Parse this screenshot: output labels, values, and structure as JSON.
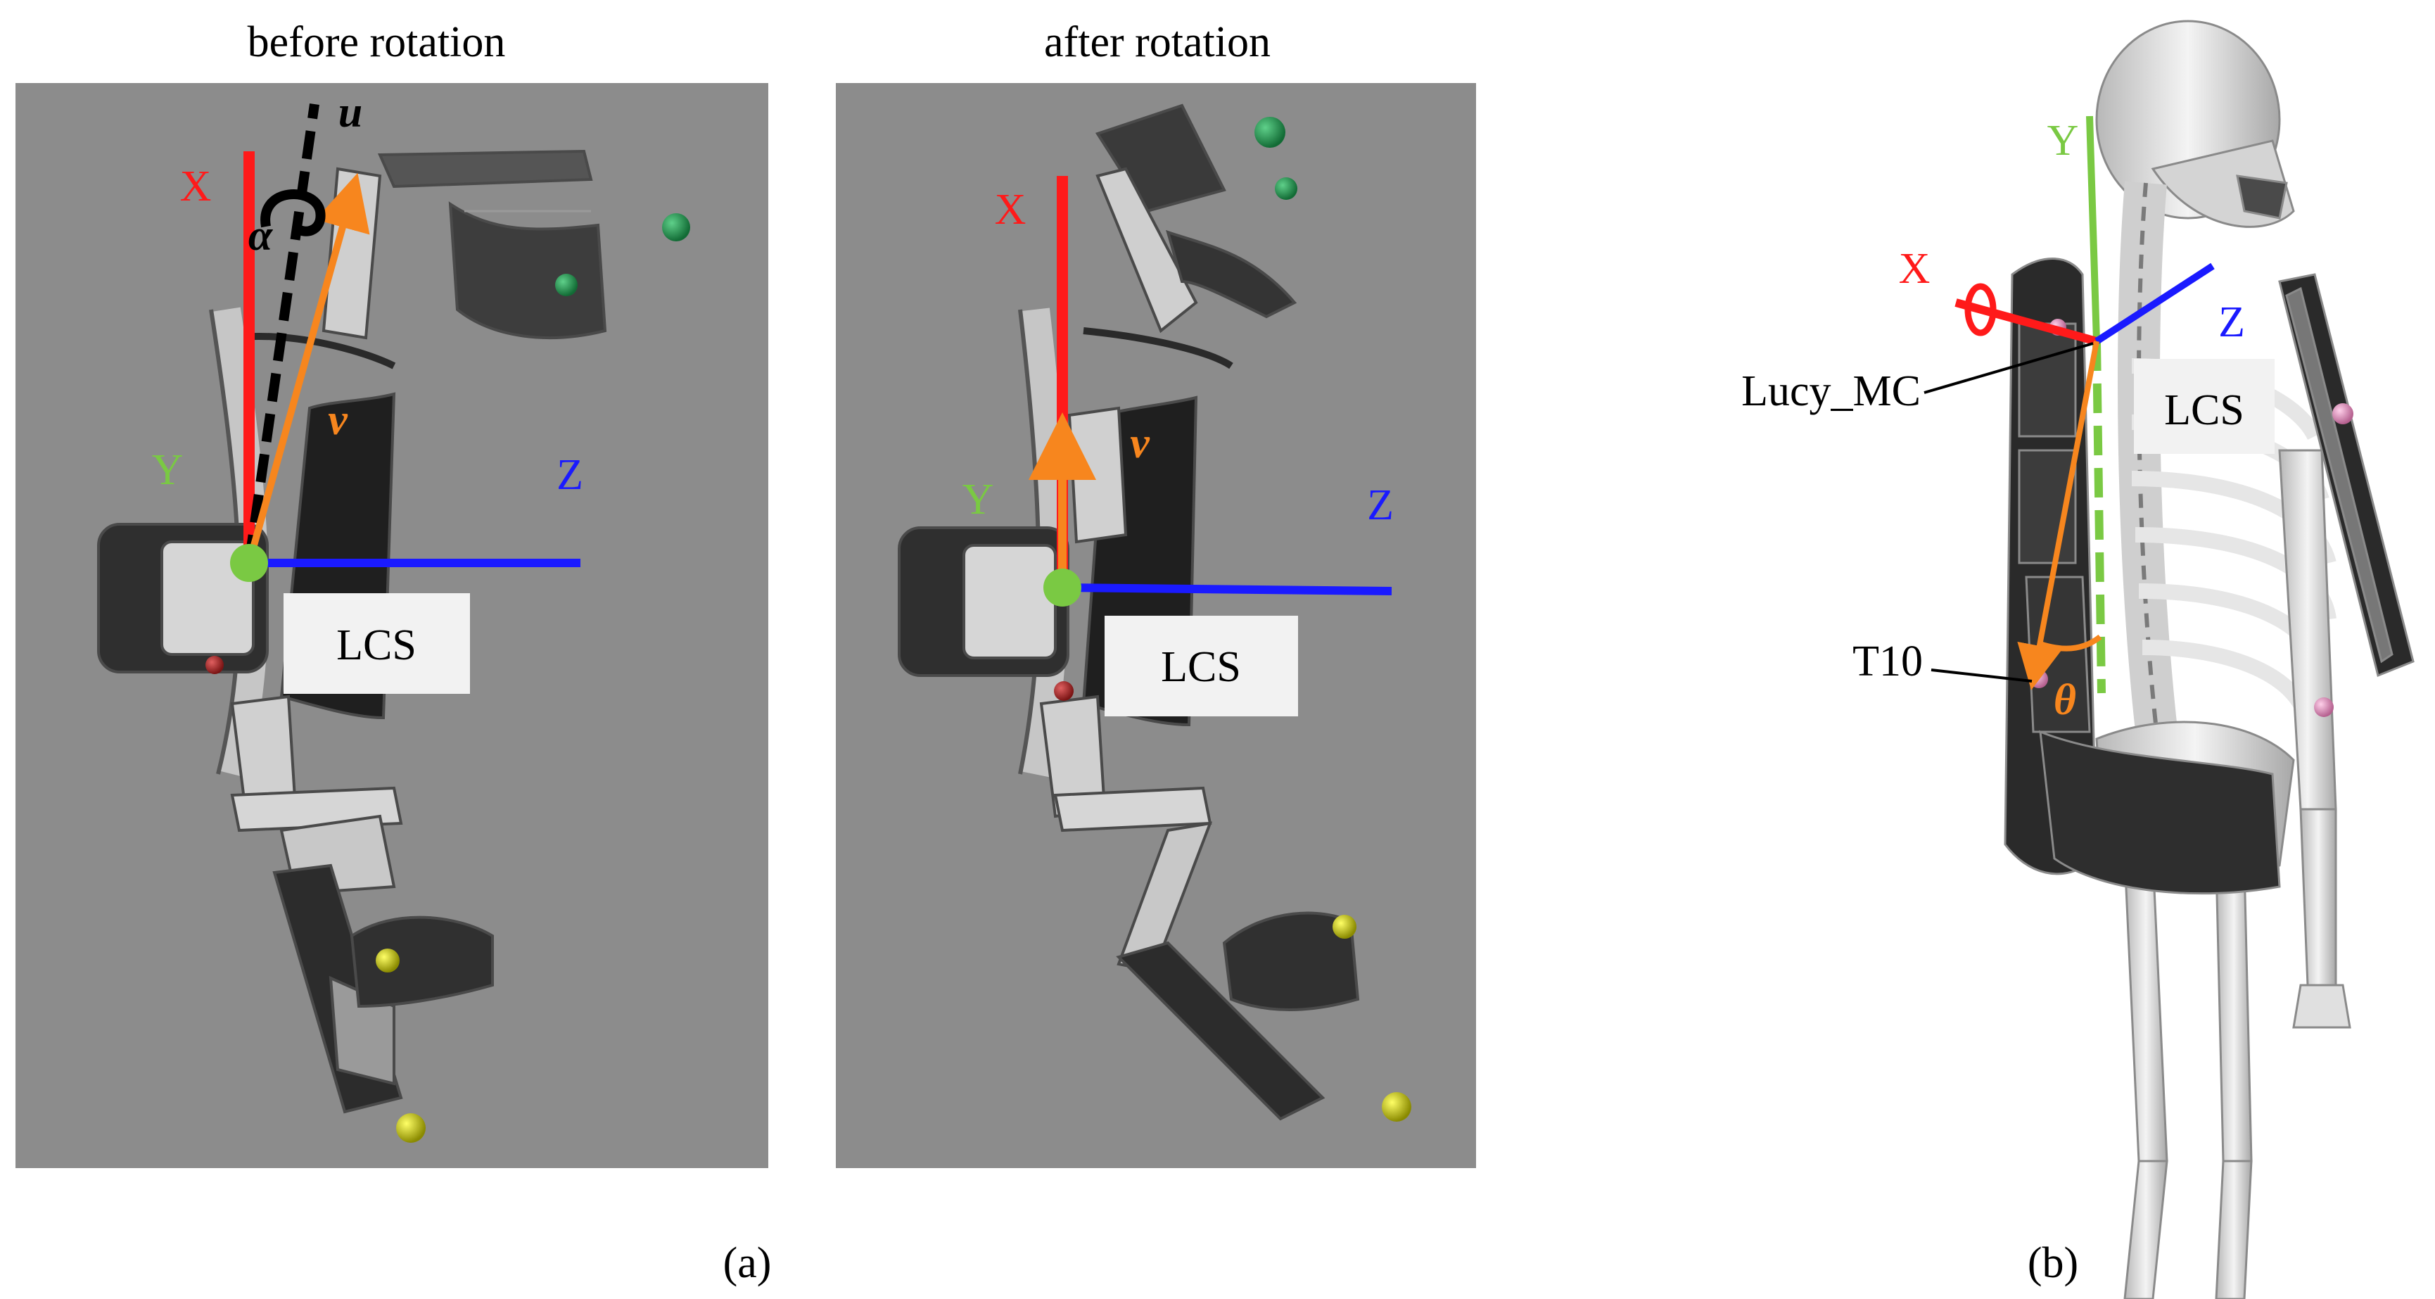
{
  "panel_a": {
    "caption": "(a)",
    "left": {
      "title": "before rotation",
      "axis_x": "X",
      "axis_y": "Y",
      "axis_z": "Z",
      "vec_u": "u",
      "vec_v": "v",
      "angle": "α",
      "lcs": "LCS"
    },
    "right": {
      "title": "after rotation",
      "axis_x": "X",
      "axis_y": "Y",
      "axis_z": "Z",
      "vec_v": "v",
      "lcs": "LCS"
    }
  },
  "panel_b": {
    "caption": "(b)",
    "axis_x": "X",
    "axis_y": "Y",
    "axis_z": "Z",
    "lcs": "LCS",
    "callout_mc": "Lucy_MC",
    "callout_t10": "T10",
    "angle": "θ"
  },
  "colors": {
    "panel_bg": "#8c8c8c",
    "x_axis": "#ff1a1a",
    "y_axis": "#7ac943",
    "z_axis": "#1a1aff",
    "vector": "#f7861e",
    "marker_green": "#1f8a4c",
    "marker_yellow": "#c8c800",
    "marker_red": "#b52a2a",
    "marker_pink": "#e08ab8"
  }
}
